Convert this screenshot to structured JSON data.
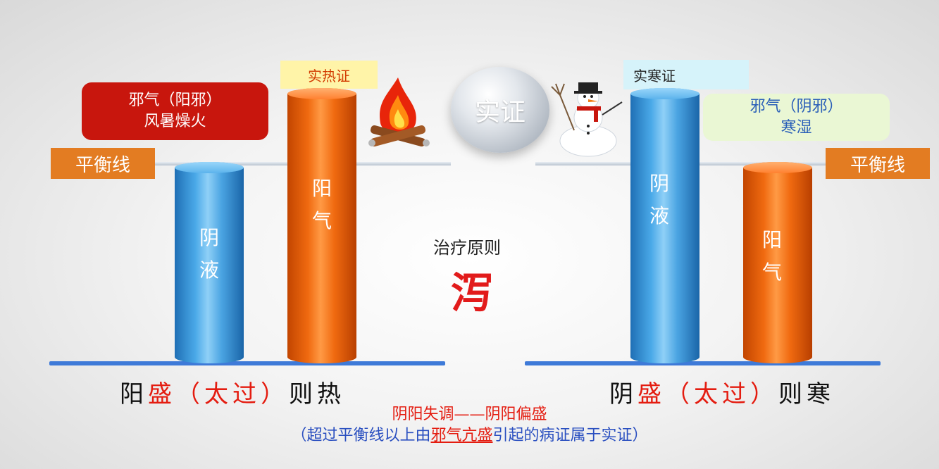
{
  "balance_label": "平衡线",
  "center_orb": "实证",
  "left": {
    "pathogen_line1": "邪气（阳邪）",
    "pathogen_line2": "风暑燥火",
    "syndrome": "实热证",
    "bar_yin": "阴液",
    "bar_yang": "阳气",
    "caption_prefix": "阳",
    "caption_highlight": "盛（太过）",
    "caption_suffix": "则热"
  },
  "right": {
    "pathogen_line1": "邪气（阴邪）",
    "pathogen_line2": "寒湿",
    "syndrome": "实寒证",
    "bar_yin": "阴液",
    "bar_yang": "阳气",
    "caption_prefix": "阴",
    "caption_highlight": "盛（太过）",
    "caption_suffix": "则寒"
  },
  "treatment_title": "治疗原则",
  "treatment": "泻",
  "footer": {
    "line1": "阴阳失调——阴阳偏盛",
    "line2_a": "（超过平衡线以上由",
    "line2_b": "邪气亢盛",
    "line2_c": "引起的病证属于实证）"
  },
  "colors": {
    "blue_bar": "#4aa9e8",
    "orange_bar": "#f06a10",
    "baseline": "#3e7ad8",
    "highlight_red": "#e41c10"
  },
  "icons": [
    "campfire-icon",
    "snowman-icon"
  ]
}
